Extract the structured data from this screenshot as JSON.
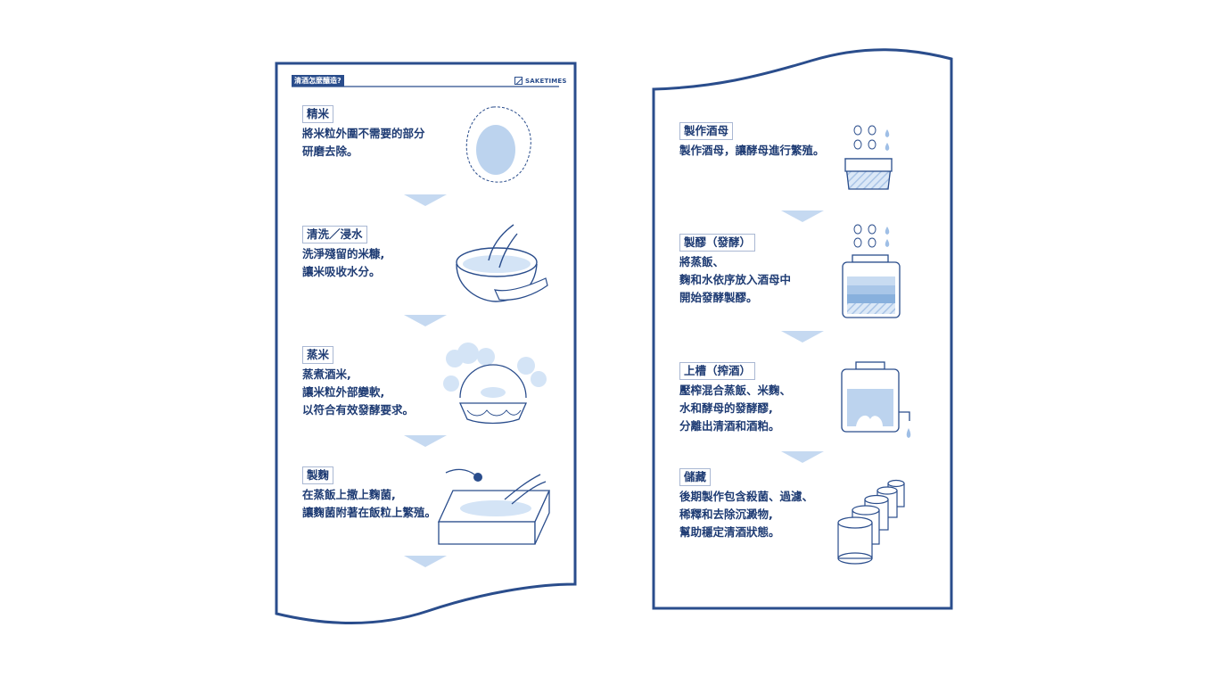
{
  "left_panel": {
    "header_title": "清酒怎麼釀造?",
    "brand": "SAKETIMES",
    "steps": [
      {
        "title": "精米",
        "lines": [
          "將米粒外圍不需要的部分",
          "研磨去除。"
        ],
        "icon": "polished-rice-icon"
      },
      {
        "title": "清洗／浸水",
        "lines": [
          "洗淨殘留的米糠,",
          "讓米吸收水分。"
        ],
        "icon": "washing-bowl-icon"
      },
      {
        "title": "蒸米",
        "lines": [
          "蒸煮酒米,",
          "讓米粒外部變軟,",
          "以符合有效發酵要求。"
        ],
        "icon": "steamer-icon"
      },
      {
        "title": "製麴",
        "lines": [
          "在蒸飯上撒上麴菌,",
          "讓麴菌附著在飯粒上繁殖。"
        ],
        "icon": "koji-tray-icon"
      }
    ]
  },
  "right_panel": {
    "steps": [
      {
        "title": "製作酒母",
        "lines": [
          "製作酒母，讓酵母進行繁殖。"
        ],
        "icon": "starter-tub-icon"
      },
      {
        "title": "製醪（發酵）",
        "lines": [
          "將蒸飯、",
          "麴和水依序放入酒母中",
          "開始發酵製醪。"
        ],
        "icon": "fermentation-tank-icon"
      },
      {
        "title": "上槽（搾酒）",
        "lines": [
          "壓榨混合蒸飯、米麴、",
          "水和酵母的發酵醪,",
          "分離出清酒和酒粕。"
        ],
        "icon": "press-tank-icon"
      },
      {
        "title": "儲藏",
        "lines": [
          "後期製作包含殺菌、過濾、",
          "稀釋和去除沉澱物,",
          "幫助穩定清酒狀態。"
        ],
        "icon": "storage-barrels-icon"
      }
    ]
  },
  "colors": {
    "navy": "#2a4d8c",
    "light_blue": "#bcd3ee",
    "arrow_blue": "#c5d9f1",
    "label_border": "#aab8d3"
  }
}
